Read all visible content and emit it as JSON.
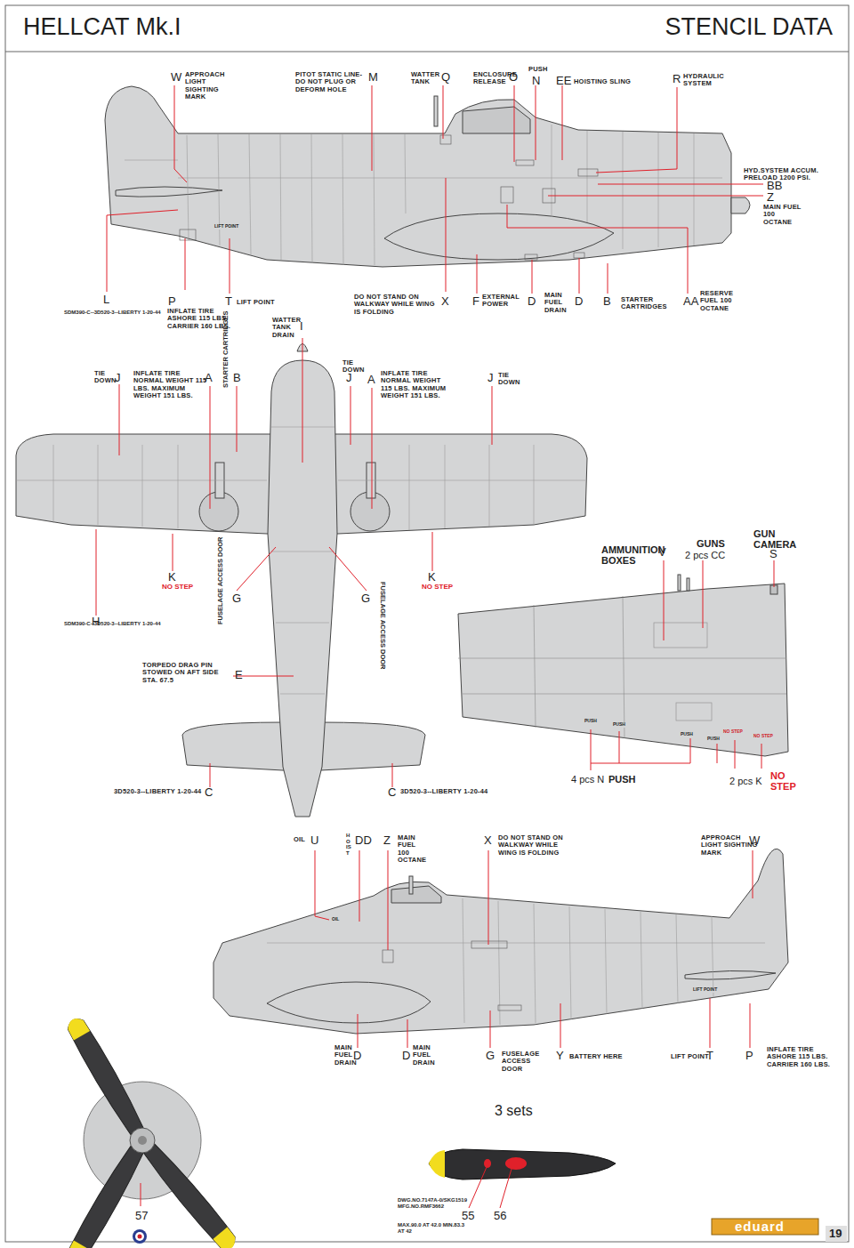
{
  "diagram": {
    "title": "HELLCAT Mk.I",
    "labels": [
      "STENCIL DATA",
      "W",
      "APPROACH LIGHT SIGHTING MARK",
      "PITOT STATIC LINE-DO NOT PLUG OR DEFORM HOLE",
      "M",
      "WATTER TANK",
      "Q",
      "ENCLOSURE RELEASE",
      "O",
      "PUSH",
      "N",
      "EE",
      "HOISTING SLING",
      "R",
      "HYDRAULIC SYSTEM",
      "HYD.SYSTEM ACCUM. PRELOAD 1200 PSI.",
      "BB",
      "Z",
      "MAIN FUEL 100 OCTANE",
      "L",
      "SDM390-C--3D520-3--LIBERTY 1-20-44",
      "P",
      "INFLATE TIRE ASHORE 115 LBS. CARRIER 160 LBS.",
      "T",
      "LIFT POINT",
      "DO NOT STAND ON WALKWAY WHILE WING IS FOLDING",
      "X",
      "F",
      "EXTERNAL POWER",
      "D",
      "MAIN FUEL DRAIN",
      "D",
      "B",
      "STARTER CARTRIDGES",
      "AA",
      "RESERVE FUEL 100 OCTANE",
      "WATTER TANK DRAIN",
      "I",
      "TIE DOWN",
      "J",
      "INFLATE TIRE NORMAL WEIGHT 115 LBS. MAXIMUM WEIGHT 151 LBS.",
      "A",
      "STARTER CARTRIDGES",
      "B",
      "TIE DOWN",
      "J",
      "A",
      "INFLATE TIRE NORMAL WEIGHT 115 LBS. MAXIMUM WEIGHT 151 LBS.",
      "J",
      "TIE DOWN",
      "K",
      "NO STEP",
      "FUSELAGE ACCESS DOOR",
      "G",
      "G",
      "FUSELAGE ACCESS DOOR",
      "K",
      "NO STEP",
      "H",
      "SDM390-C--3D520-3--LIBERTY 1-20-44",
      "TORPEDO DRAG PIN STOWED ON AFT SIDE STA. 67.5",
      "E",
      "3D520-3--LIBERTY 1-20-44",
      "C",
      "C",
      "3D520-3--LIBERTY 1-20-44",
      "AMMUNITION BOXES",
      "V",
      "GUNS",
      "2 pcs CC",
      "GUN CAMERA",
      "S",
      "4 pcs N",
      "PUSH",
      "2 pcs K",
      "NO STEP",
      "OIL",
      "U",
      "HOIST",
      "DD",
      "Z",
      "MAIN FUEL 100 OCTANE",
      "X",
      "DO NOT STAND ON WALKWAY WHILE WING IS FOLDING",
      "APPROACH LIGHT SIGHTING MARK",
      "W",
      "MAIN FUEL DRAIN",
      "D",
      "D",
      "MAIN FUEL DRAIN",
      "G",
      "FUSELAGE ACCESS DOOR",
      "Y",
      "BATTERY HERE",
      "LIFT POINT",
      "T",
      "P",
      "INFLATE TIRE ASHORE 115 LBS. CARRIER 160 LBS.",
      "3 sets",
      "DWG.NO.7147A-0/SKG1519 MFG.NO.RMF3662",
      "MAX.90.0 AT 42.0 MIN.83.3 AT 42",
      "55",
      "56",
      "57",
      "eduard",
      "19",
      "LIFT POINT",
      "OIL",
      "LIFT POINT",
      "PUSH",
      "PUSH",
      "PUSH",
      "PUSH",
      "NO STEP",
      "NO STEP"
    ]
  }
}
